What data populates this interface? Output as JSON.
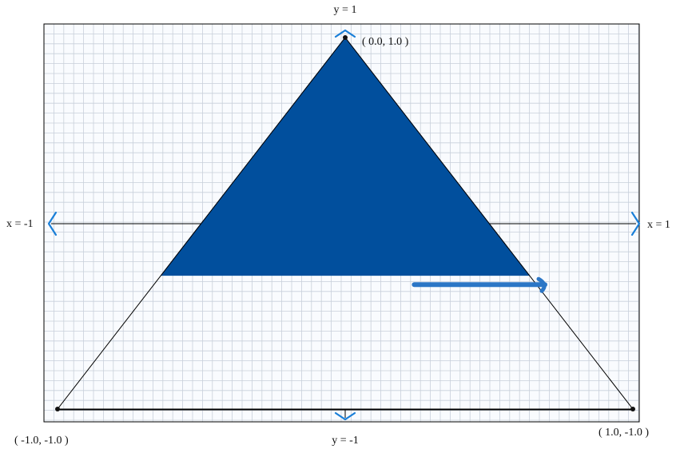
{
  "axis_labels": {
    "top": "y = 1",
    "bottom": "y = -1",
    "left": "x = -1",
    "right": "x = 1"
  },
  "vertex_labels": {
    "top": "( 0.0,  1.0 )",
    "bottom_left": "( -1.0, -1.0 )",
    "bottom_right": "( 1.0, -1.0 )"
  },
  "triangle": {
    "vertices": [
      [
        0.0,
        1.0
      ],
      [
        -1.0,
        -1.0
      ],
      [
        1.0,
        -1.0
      ]
    ]
  },
  "filled_region": {
    "y_min": -0.28,
    "y_max": 1.0,
    "color": "#014f9d"
  },
  "sweep_arrow": {
    "y": -0.33,
    "x_from": 0.24,
    "x_to": 0.7,
    "color": "#2b76c6"
  },
  "colors": {
    "grid": "#c8d0da",
    "frame": "#000000",
    "handle": "#1a7fd8",
    "background": "#f9fbfe"
  },
  "handle_icons": [
    "chevron-up-icon",
    "chevron-down-icon",
    "chevron-left-icon",
    "chevron-right-icon"
  ]
}
